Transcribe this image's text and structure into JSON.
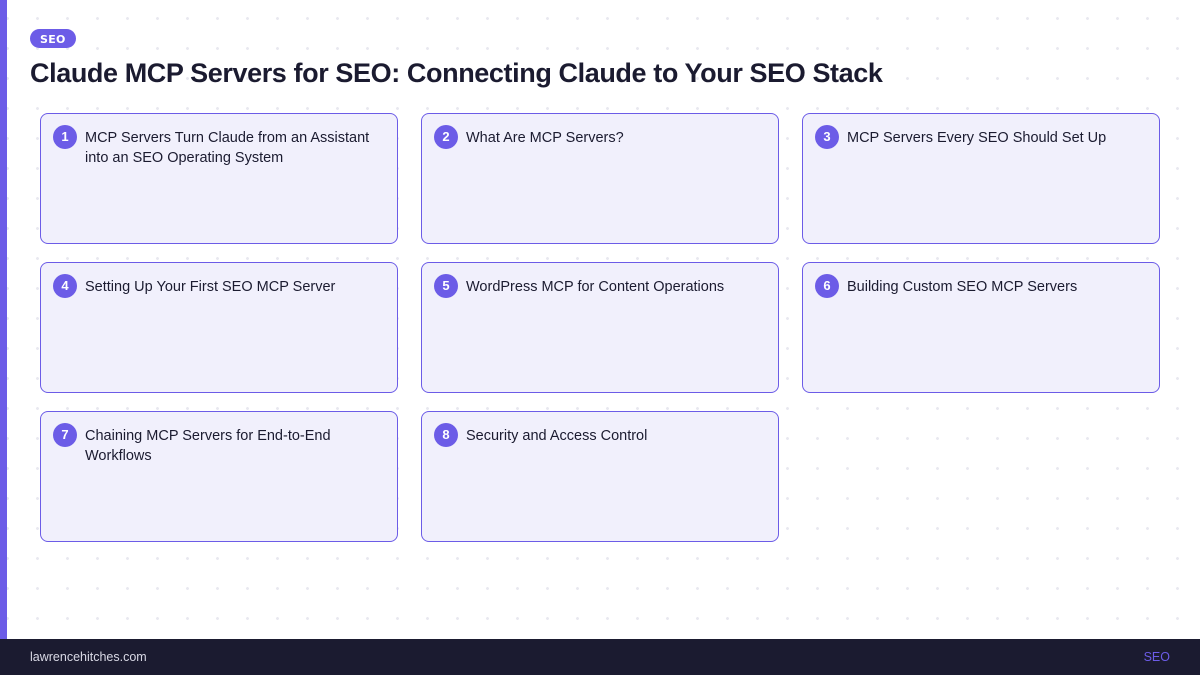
{
  "header": {
    "tag": "SEO",
    "title": "Claude MCP Servers for SEO: Connecting Claude to Your SEO Stack"
  },
  "cards": [
    {
      "number": "1",
      "title": "MCP Servers Turn Claude from an Assistant into an SEO Operating System"
    },
    {
      "number": "2",
      "title": "What Are MCP Servers?"
    },
    {
      "number": "3",
      "title": "MCP Servers Every SEO Should Set Up"
    },
    {
      "number": "4",
      "title": "Setting Up Your First SEO MCP Server"
    },
    {
      "number": "5",
      "title": "WordPress MCP for Content Operations"
    },
    {
      "number": "6",
      "title": "Building Custom SEO MCP Servers"
    },
    {
      "number": "7",
      "title": "Chaining MCP Servers for End-to-End Workflows"
    },
    {
      "number": "8",
      "title": "Security and Access Control"
    }
  ],
  "footer": {
    "site": "lawrencehitches.com",
    "tag": "SEO"
  },
  "colors": {
    "accent": "#6c5ce7",
    "dark": "#1b1b30",
    "card_bg": "#f1f0fc"
  }
}
